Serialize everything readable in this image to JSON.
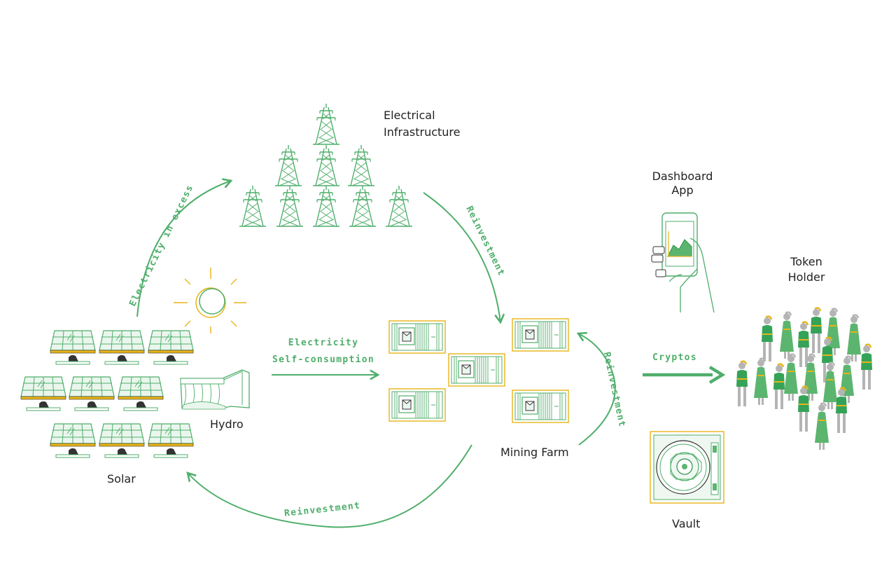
{
  "colors": {
    "green": "#4fae6b",
    "green_fill": "#5cb56f",
    "dark_green": "#2f8f4b",
    "light_green": "#e9f6ec",
    "yellow": "#e8b418",
    "gray": "#9a9a9a",
    "text": "#222222"
  },
  "labels": {
    "electrical_infrastructure": [
      "Electrical",
      "Infrastructure"
    ],
    "dashboard_app": [
      "Dashboard",
      "App"
    ],
    "token_holder": [
      "Token",
      "Holder"
    ],
    "hydro": "Hydro",
    "solar": "Solar",
    "mining_farm": "Mining Farm",
    "vault": "Vault"
  },
  "flows": {
    "electricity_in_excess": "Electricity in excess",
    "reinvestment_top": "Reinvestment",
    "reinvestment_right": "Reinvestment",
    "reinvestment_bottom": "Reinvestment",
    "self_consumption": [
      "Electricity",
      "Self-consumption"
    ],
    "cryptos": "Cryptos"
  },
  "icons": {
    "tower": "transmission-tower-icon",
    "sun": "sun-icon",
    "solar_panel": "solar-panel-icon",
    "hydro": "hydro-dam-icon",
    "container": "mining-container-icon",
    "phone": "phone-app-icon",
    "vault": "vault-icon",
    "person": "token-holder-person-icon"
  }
}
